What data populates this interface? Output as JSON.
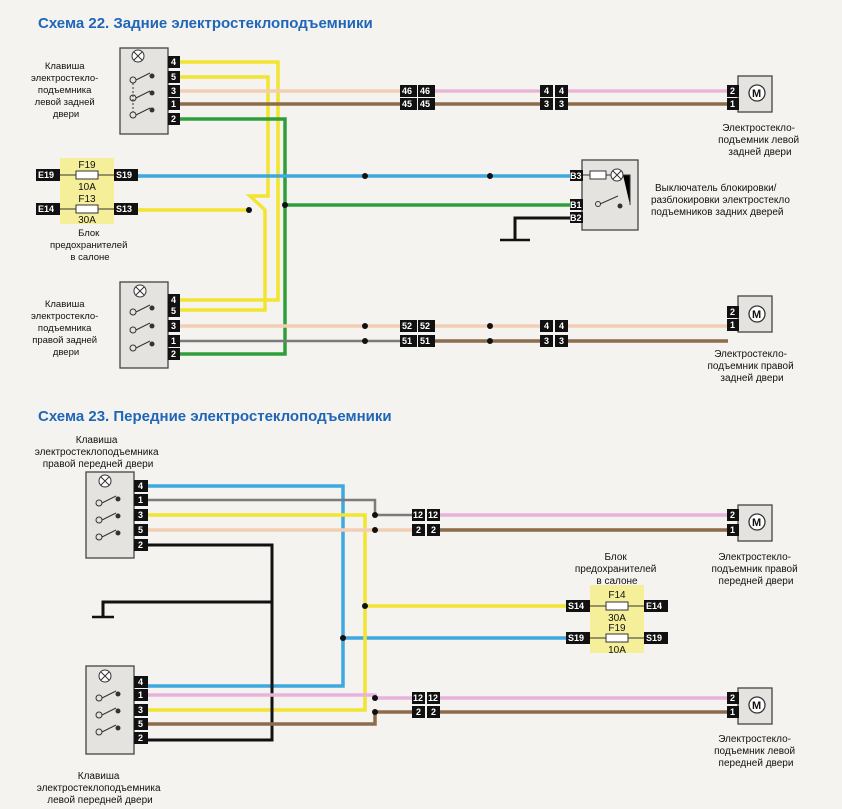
{
  "schema22": {
    "title": "Схема 22. Задние электростеклоподъемники",
    "left_switch": [
      "Клавиша",
      "электростекло-",
      "подъемника",
      "левой задней",
      "двери"
    ],
    "right_switch": [
      "Клавиша",
      "электростекло-",
      "подъемника",
      "правой задней",
      "двери"
    ],
    "fuse_block": [
      "Блок",
      "предохранителей",
      "в салоне"
    ],
    "lock_switch": [
      "Выключатель блокировки/",
      "разблокировки электростекло",
      "подъемников задних дверей"
    ],
    "left_motor": [
      "Электростекло-",
      "подъемник левой",
      "задней двери"
    ],
    "right_motor": [
      "Электростекло-",
      "подъемник правой",
      "задней двери"
    ],
    "fuse1": {
      "name": "F19",
      "rating": "10A",
      "in": "E19",
      "out": "S19"
    },
    "fuse2": {
      "name": "F13",
      "rating": "30A",
      "in": "E14",
      "out": "S13"
    },
    "lock_pins": {
      "b3": "B3",
      "b1": "B1",
      "b2": "B2"
    },
    "switch_pins": [
      "4",
      "5",
      "3",
      "1",
      "2"
    ],
    "conn_upper": {
      "a": "46",
      "b": "45",
      "c": "4",
      "d": "3"
    },
    "conn_lower": {
      "a": "52",
      "b": "51",
      "c": "4",
      "d": "3"
    },
    "motor_pins": [
      "2",
      "1"
    ]
  },
  "schema23": {
    "title": "Схема 23. Передние электростеклоподъемники",
    "right_switch": [
      "Клавиша",
      "электростеклоподъемника",
      "правой передней двери"
    ],
    "left_switch": [
      "Клавиша",
      "электростеклоподъемника",
      "левой передней двери"
    ],
    "fuse_block": [
      "Блок",
      "предохранителей",
      "в салоне"
    ],
    "right_motor": [
      "Электростекло-",
      "подъемник правой",
      "передней двери"
    ],
    "left_motor": [
      "Электростекло-",
      "подъемник левой",
      "передней двери"
    ],
    "fuse1": {
      "name": "F14",
      "rating": "30A",
      "in": "E14",
      "out": "S14"
    },
    "fuse2": {
      "name": "F19",
      "rating": "10A",
      "in": "S19",
      "out": "S19"
    },
    "switch_pins": [
      "4",
      "1",
      "3",
      "5",
      "2"
    ],
    "conn": {
      "a": "12",
      "b": "2"
    },
    "motor_pins": [
      "2",
      "1"
    ]
  },
  "motor_symbol": "M",
  "colors": {
    "yellow": "#f2e430",
    "pink": "#e8b2dc",
    "brown": "#8b6d4e",
    "blue": "#3ea8e0",
    "green": "#2f9e3a",
    "black": "#111111",
    "peach": "#f2cfb4",
    "grey": "#7b7b7b",
    "title": "#1f66b8"
  }
}
